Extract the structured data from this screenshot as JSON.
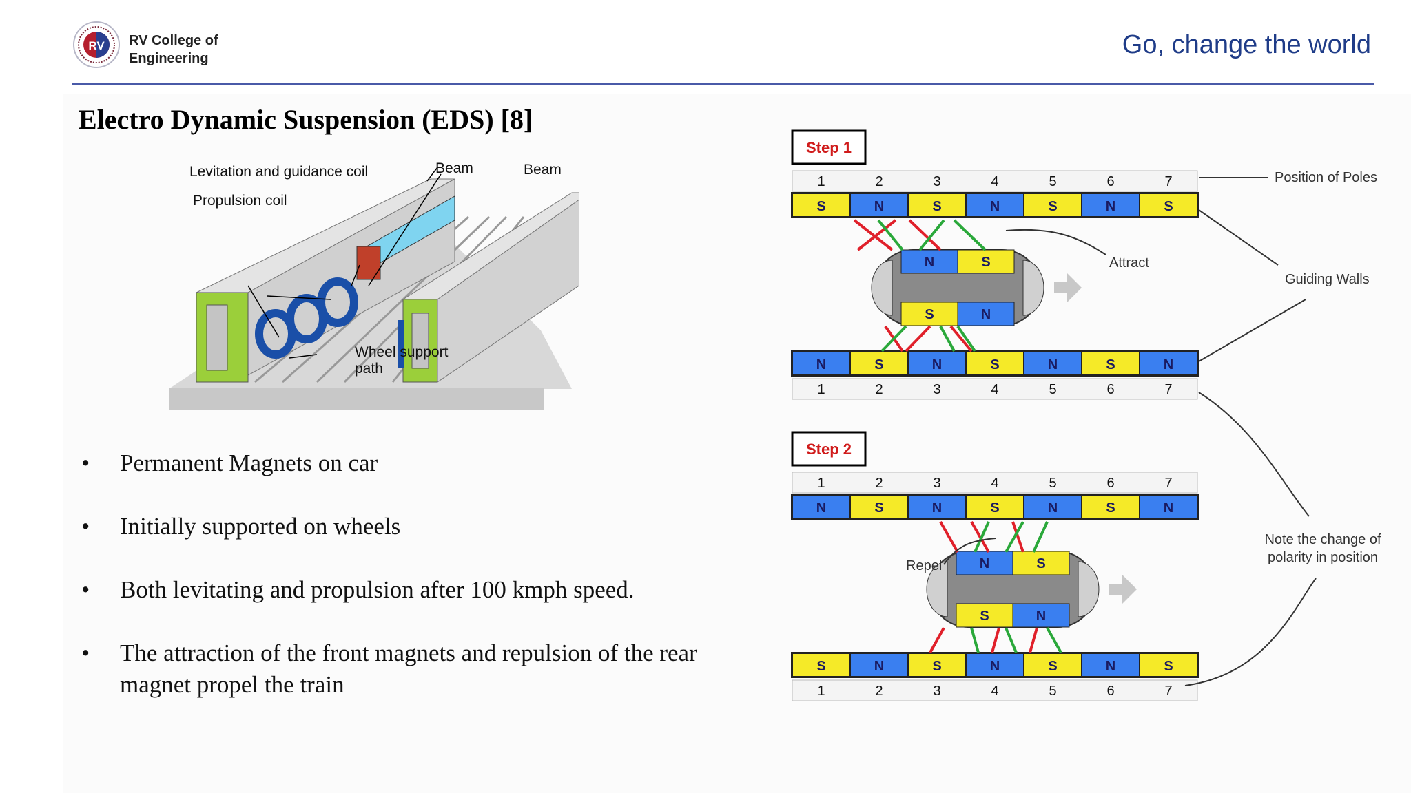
{
  "header": {
    "logo_text": "RV",
    "college_name": "RV College of Engineering",
    "tagline": "Go, change the world"
  },
  "slide": {
    "title": "Electro Dynamic Suspension (EDS) [8]",
    "bullets": [
      "Permanent Magnets on car",
      "Initially supported on wheels",
      "Both levitating and propulsion after 100 kmph speed.",
      "The attraction of the front magnets and repulsion of the rear magnet propel the train"
    ]
  },
  "guideway_figure": {
    "labels": {
      "levitation_coil": "Levitation and guidance coil",
      "beam_1": "Beam",
      "beam_2": "Beam",
      "propulsion_coil": "Propulsion coil",
      "wheel_path": "Wheel support path"
    }
  },
  "poles_figure": {
    "step1_label": "Step 1",
    "step2_label": "Step 2",
    "position_numbers": [
      "1",
      "2",
      "3",
      "4",
      "5",
      "6",
      "7"
    ],
    "step1": {
      "top_wall": [
        "S",
        "N",
        "S",
        "N",
        "S",
        "N",
        "S"
      ],
      "bottom_wall": [
        "N",
        "S",
        "N",
        "S",
        "N",
        "S",
        "N"
      ],
      "car_top": [
        "N",
        "S"
      ],
      "car_bottom": [
        "S",
        "N"
      ]
    },
    "step2": {
      "top_wall": [
        "N",
        "S",
        "N",
        "S",
        "N",
        "S",
        "N"
      ],
      "bottom_wall": [
        "S",
        "N",
        "S",
        "N",
        "S",
        "N",
        "S"
      ],
      "car_top": [
        "N",
        "S"
      ],
      "car_bottom": [
        "S",
        "N"
      ]
    },
    "annotations": {
      "position_of_poles": "Position of Poles",
      "attract": "Attract",
      "guiding_walls": "Guiding Walls",
      "repel": "Repel",
      "note": "Note the change of polarity in position"
    },
    "colors": {
      "north": "#3a7ff0",
      "south": "#f5ea28",
      "step_border": "#000000",
      "step_text": "#d01c1c",
      "red_arrow": "#e0202a",
      "green_arrow": "#2aa83a"
    }
  }
}
